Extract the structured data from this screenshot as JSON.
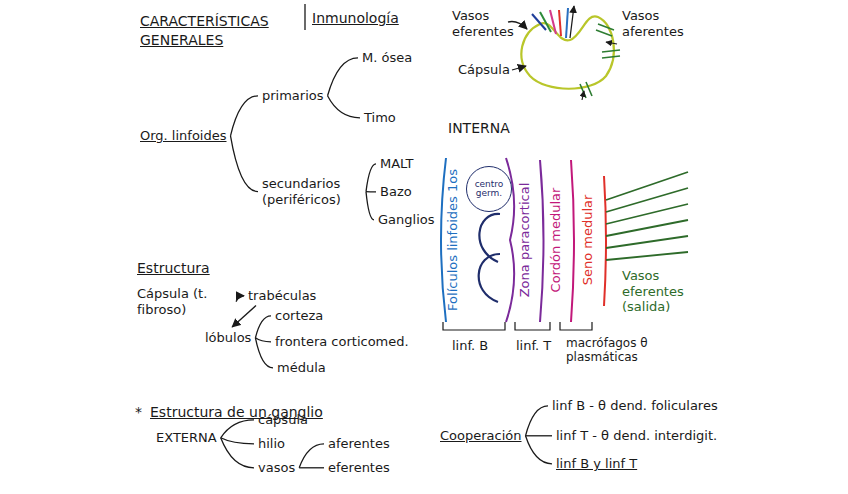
{
  "diagram": {
    "title": "CARACTERÍSTICAS GENERALES",
    "nodes": [
      {
        "text": [
          "Org. linfoides"
        ]
      },
      {
        "text": [
          "primarios"
        ]
      },
      {
        "text": [
          "M. ósea"
        ]
      },
      {
        "text": [
          "Timo"
        ]
      },
      {
        "text": [
          "secundarios (periféricos)"
        ]
      },
      {
        "text": [
          "MALT"
        ]
      },
      {
        "text": [
          "Bazo"
        ]
      },
      {
        "text": [
          "Ganglios"
        ]
      },
      {
        "text": [
          "Cápsula (t. fibroso)"
        ]
      },
      {
        "text": [
          "trabéculas"
        ]
      },
      {
        "text": [
          "lóbulos"
        ]
      },
      {
        "text": [
          "corteza"
        ]
      },
      {
        "text": [
          "frontera corticomed."
        ]
      },
      {
        "text": [
          "médula"
        ]
      },
      {
        "text": [
          "EXTERNA"
        ]
      },
      {
        "text": [
          "cápsula"
        ]
      },
      {
        "text": [
          "hilio"
        ]
      },
      {
        "text": [
          "vasos"
        ]
      },
      {
        "text": [
          "aferentes"
        ]
      },
      {
        "text": [
          "eferentes"
        ]
      },
      {
        "text": [
          "Cooperación"
        ]
      },
      {
        "text": [
          "linf B - θ dend. foliculares"
        ]
      },
      {
        "text": [
          "linf T - θ dend. interdigit."
        ]
      },
      {
        "text": [
          "linf B y linf T"
        ]
      },
      {
        "text": [
          "centro germ."
        ]
      }
    ],
    "edges": [
      {
        "from": 0,
        "to": 1,
        "arrow": "none"
      },
      {
        "from": 0,
        "to": 4,
        "arrow": "none"
      },
      {
        "from": 1,
        "to": 2,
        "arrow": "none"
      },
      {
        "from": 1,
        "to": 3,
        "arrow": "none"
      },
      {
        "from": 4,
        "to": 5,
        "arrow": "none"
      },
      {
        "from": 4,
        "to": 6,
        "arrow": "none"
      },
      {
        "from": 4,
        "to": 7,
        "arrow": "none"
      },
      {
        "from": 8,
        "to": 9,
        "arrow": "to"
      },
      {
        "from": 9,
        "to": 10,
        "arrow": "to"
      },
      {
        "from": 10,
        "to": 11,
        "arrow": "none"
      },
      {
        "from": 10,
        "to": 12,
        "arrow": "none"
      },
      {
        "from": 10,
        "to": 13,
        "arrow": "none"
      },
      {
        "from": 14,
        "to": 15,
        "arrow": "none"
      },
      {
        "from": 14,
        "to": 16,
        "arrow": "none"
      },
      {
        "from": 14,
        "to": 17,
        "arrow": "none"
      },
      {
        "from": 17,
        "to": 18,
        "arrow": "none"
      },
      {
        "from": 17,
        "to": 19,
        "arrow": "none"
      },
      {
        "from": 20,
        "to": 21,
        "arrow": "none"
      },
      {
        "from": 20,
        "to": 22,
        "arrow": "none"
      },
      {
        "from": 20,
        "to": 23,
        "arrow": "none"
      }
    ],
    "labels": [
      "Inmunología",
      "Estructura",
      "*",
      "Estructura de un ganglio",
      "Vasos eferentes",
      "Cápsula",
      "Vasos aferentes",
      "INTERNA",
      "Folículos linfoides 1os",
      "Zona paracortical",
      "Cordón medular",
      "Seno medular",
      "Vasos eferentes (salida)",
      "linf. B",
      "linf. T",
      "macrófagos θ plasmáticas"
    ]
  }
}
